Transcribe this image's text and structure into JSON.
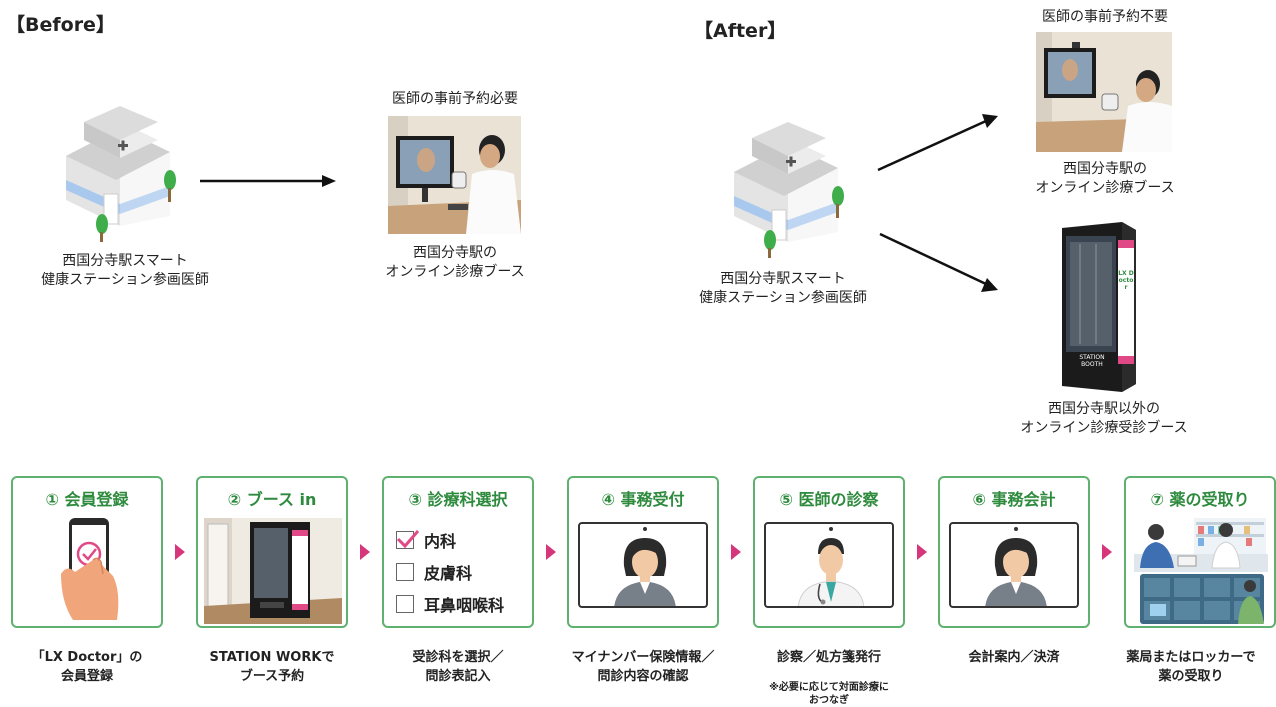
{
  "before": {
    "heading": "【Before】",
    "hospital_label_line1": "西国分寺駅スマート",
    "hospital_label_line2": "健康ステーション参画医師",
    "booth_top_label": "医師の事前予約必要",
    "booth_label_line1": "西国分寺駅の",
    "booth_label_line2": "オンライン診療ブース"
  },
  "after": {
    "heading": "【After】",
    "hospital_label_line1": "西国分寺駅スマート",
    "hospital_label_line2": "健康ステーション参画医師",
    "booth1_top_label": "医師の事前予約不要",
    "booth1_label_line1": "西国分寺駅の",
    "booth1_label_line2": "オンライン診療ブース",
    "booth2_label_line1": "西国分寺駅以外の",
    "booth2_label_line2": "オンライン診療受診ブース",
    "booth2_brand": "LX Doctor",
    "booth2_sign_line1": "STATION",
    "booth2_sign_line2": "BOOTH"
  },
  "steps": [
    {
      "title": "① 会員登録",
      "caption_line1": "「LX Doctor」の",
      "caption_line2": "会員登録"
    },
    {
      "title": "② ブース in",
      "caption_line1": "STATION WORKで",
      "caption_line2": "ブース予約"
    },
    {
      "title": "③ 診療科選択",
      "caption_line1": "受診科を選択／",
      "caption_line2": "問診表記入",
      "options": [
        "内科",
        "皮膚科",
        "耳鼻咽喉科"
      ]
    },
    {
      "title": "④ 事務受付",
      "caption_line1": "マイナンバー保険情報／",
      "caption_line2": "問診内容の確認"
    },
    {
      "title": "⑤ 医師の診察",
      "caption_line1": "診察／処方箋発行",
      "caption_line2": "",
      "note_line1": "※必要に応じて対面診療に",
      "note_line2": "おつなぎ"
    },
    {
      "title": "⑥ 事務会計",
      "caption_line1": "会計案内／決済",
      "caption_line2": ""
    },
    {
      "title": "⑦ 薬の受取り",
      "caption_line1": "薬局またはロッカーで",
      "caption_line2": "薬の受取り"
    }
  ],
  "colors": {
    "accent_green": "#5fb16f",
    "title_green": "#2e8b3e",
    "chevron_pink": "#d6377a"
  },
  "icons": [
    "hospital-icon",
    "tree-icon",
    "smartphone-icon",
    "checkmark-icon",
    "receptionist-icon",
    "doctor-icon",
    "pharmacy-icon",
    "locker-icon"
  ]
}
